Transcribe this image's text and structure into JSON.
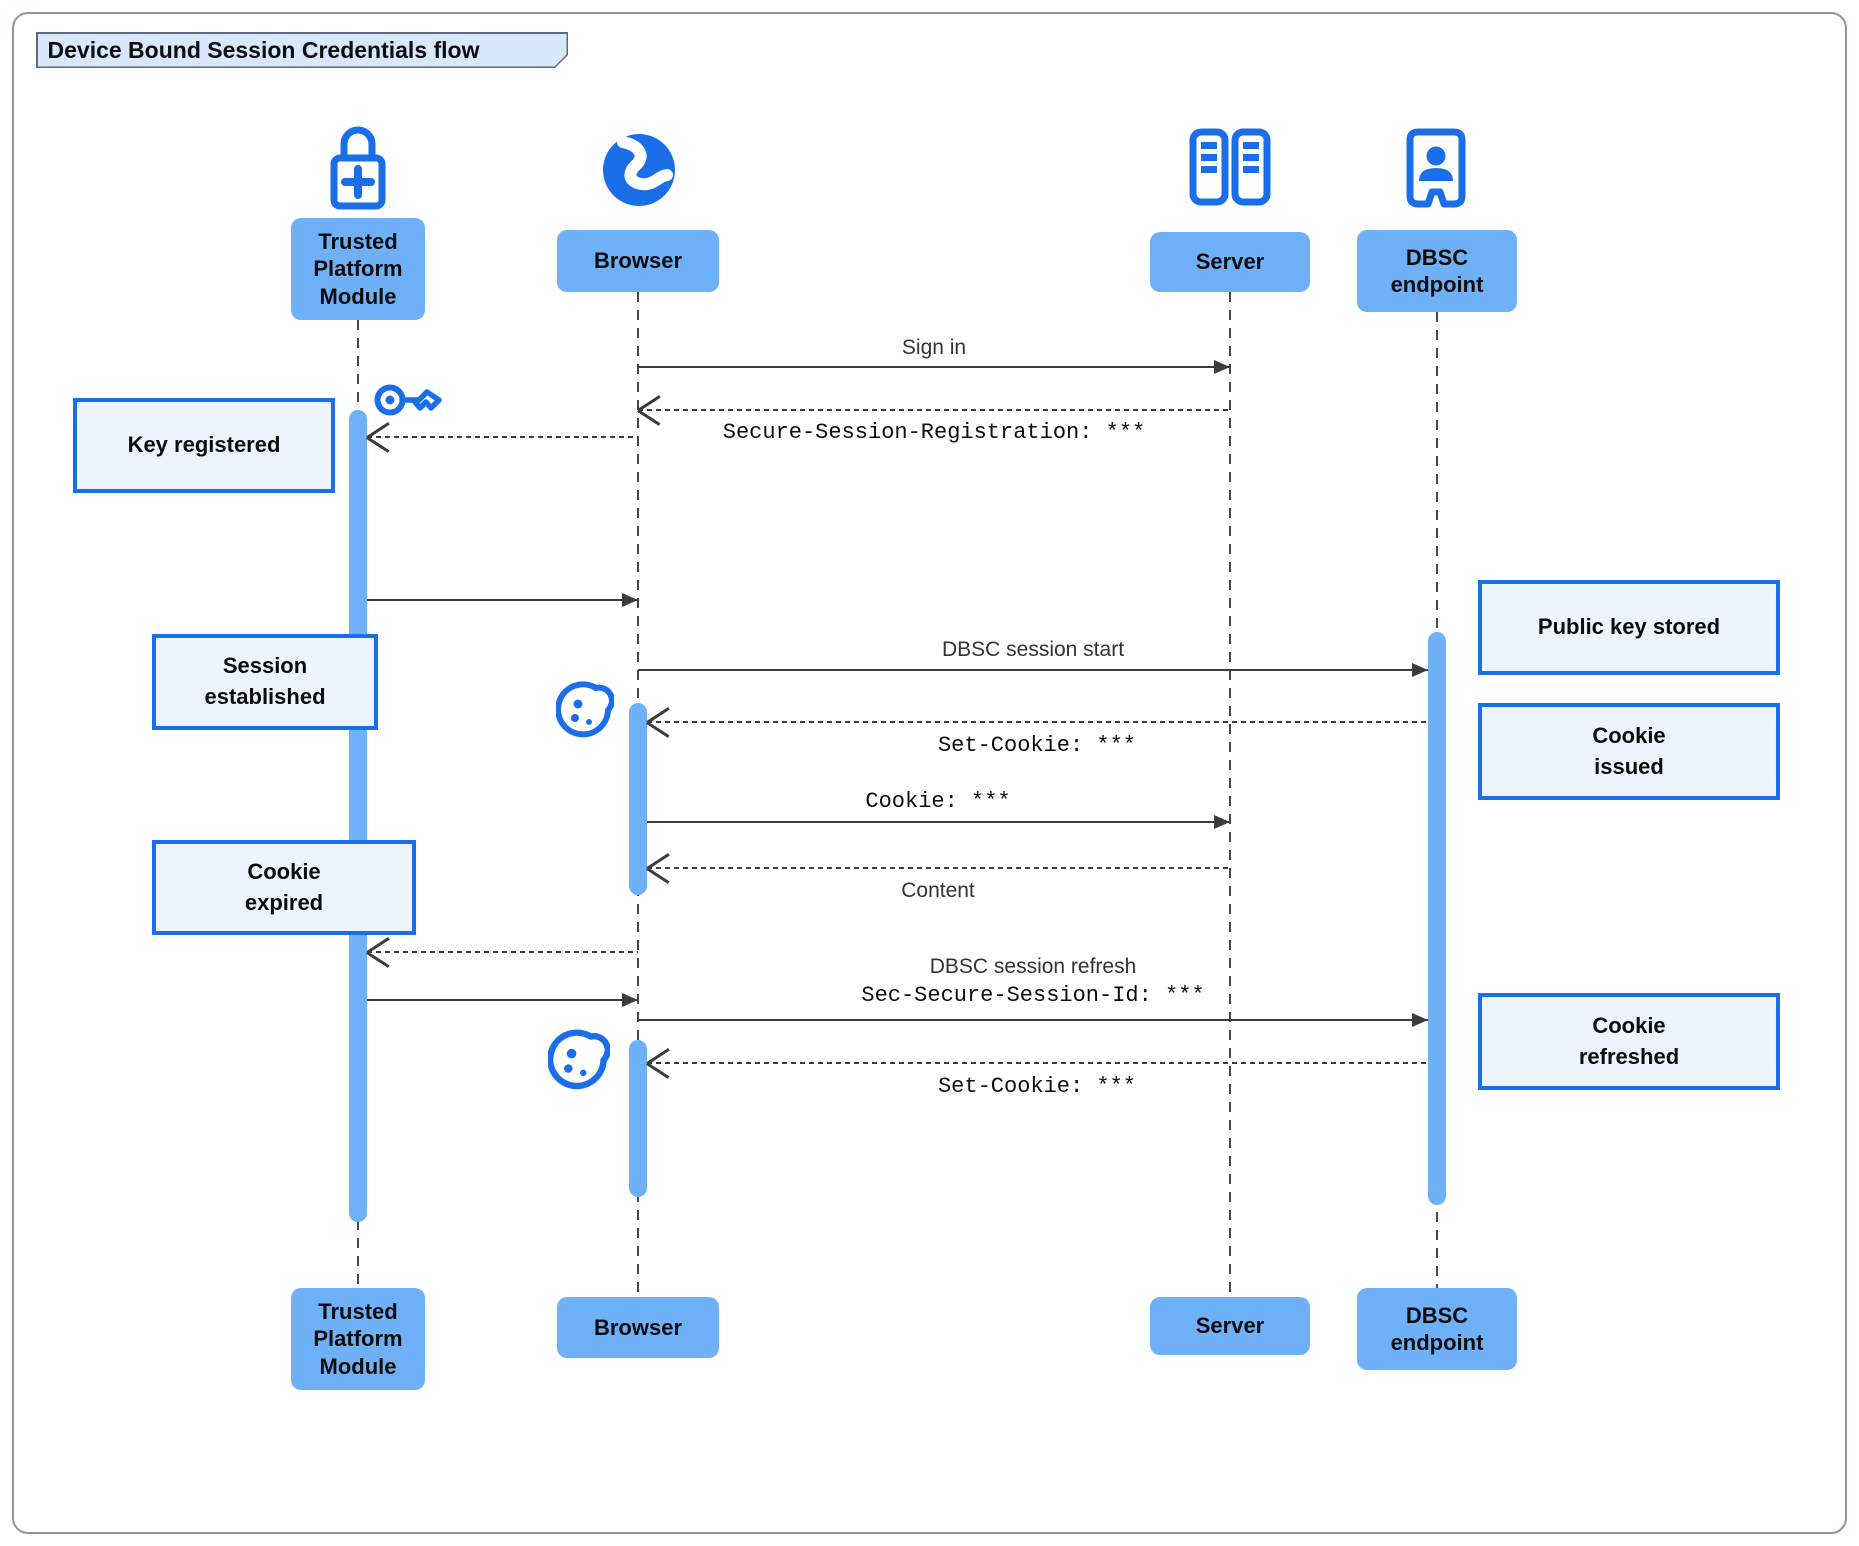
{
  "title": "Device Bound Session Credentials flow",
  "participants": {
    "tpm": {
      "lines": [
        "Trusted",
        "Platform",
        "Module"
      ],
      "icon": "lock-plus-icon"
    },
    "browser": {
      "lines": [
        "Browser"
      ],
      "icon": "globe-icon"
    },
    "server": {
      "lines": [
        "Server"
      ],
      "icon": "server-rack-icon"
    },
    "dbsc": {
      "lines": [
        "DBSC",
        "endpoint"
      ],
      "icon": "badge-person-icon"
    }
  },
  "messages": {
    "sign_in": "Sign in",
    "secure_session_registration": "Secure-Session-Registration: ***",
    "dbsc_session_start": "DBSC session start",
    "set_cookie_1": "Set-Cookie: ***",
    "cookie": "Cookie: ***",
    "content": "Content",
    "dbsc_session_refresh": "DBSC session refresh",
    "sec_secure_session_id": "Sec-Secure-Session-Id: ***",
    "set_cookie_2": "Set-Cookie: ***"
  },
  "notes": {
    "key_registered": {
      "lines": [
        "Key registered"
      ]
    },
    "session_established": {
      "lines": [
        "Session",
        "established"
      ]
    },
    "public_key_stored": {
      "lines": [
        "Public key stored"
      ]
    },
    "cookie_issued": {
      "lines": [
        "Cookie",
        "issued"
      ]
    },
    "cookie_expired": {
      "lines": [
        "Cookie",
        "expired"
      ]
    },
    "cookie_refreshed": {
      "lines": [
        "Cookie",
        "refreshed"
      ]
    }
  },
  "decorations": {
    "key_icon": "key-icon",
    "cookie_icon_1": "cookie-icon",
    "cookie_icon_2": "cookie-icon"
  },
  "colors": {
    "participant_fill": "#6fb1f8",
    "activation_fill": "#6fb1f8",
    "icon_blue": "#1a6fe8",
    "note_fill": "#edf4fd",
    "note_border": "#1a6fe8",
    "title_tab_fill": "#d8e7fa",
    "arrow": "#3c3c3c"
  }
}
